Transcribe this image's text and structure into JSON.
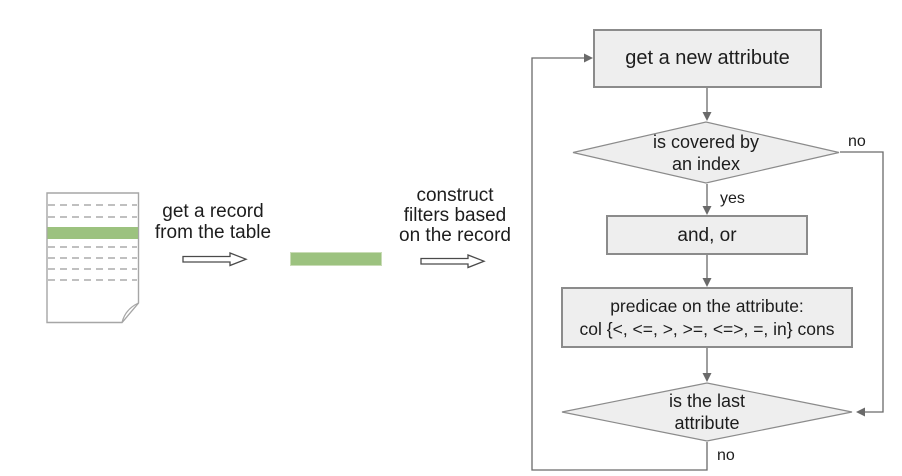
{
  "colors": {
    "node_fill": "#eeeeee",
    "node_border": "#8b8b8b",
    "line": "#6a6a6a",
    "text": "#1d1d1d",
    "green": "#9cc27f",
    "green_border": "#c9dcb6",
    "doc_border": "#a6a6a6",
    "doc_dash": "#9a9a9a"
  },
  "pipeline": {
    "get_record_label": [
      "get a record",
      "from the table"
    ],
    "construct_filters_label": [
      "construct",
      "filters based",
      "on the record"
    ]
  },
  "flowchart": {
    "get_attribute_label": "get a new attribute",
    "covered_by_index_label": [
      "is covered by",
      "an index"
    ],
    "and_or_label": "and, or",
    "predicate_label": [
      "predicae on the attribute:",
      "col {<, <=, >, >=, <=>, =, in} cons"
    ],
    "last_attribute_label": [
      "is the last",
      "attribute"
    ],
    "yes_label": "yes",
    "no_label_index": "no",
    "no_label_last": "no"
  }
}
